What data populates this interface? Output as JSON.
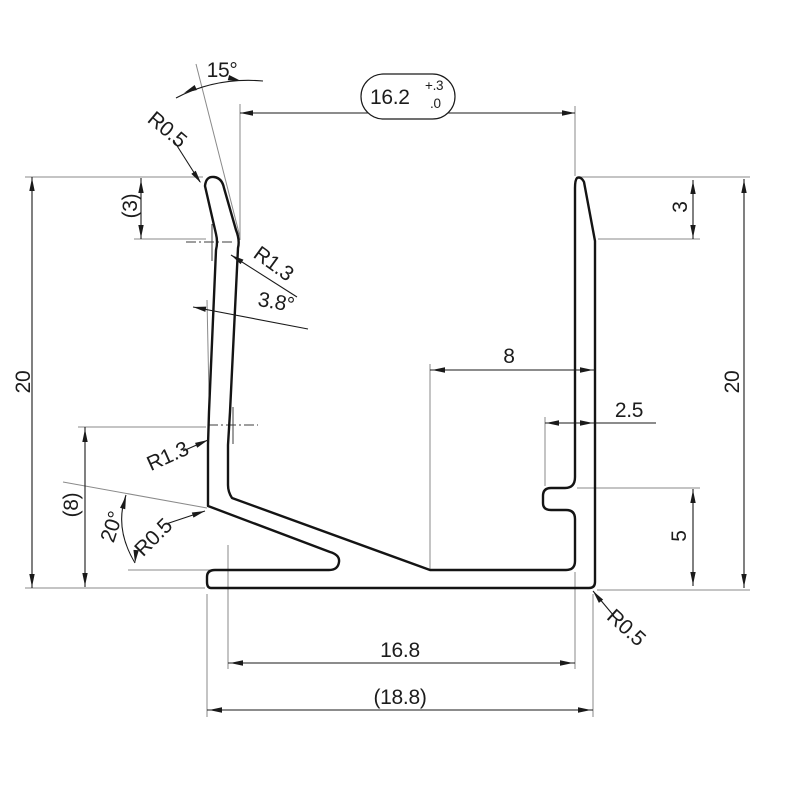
{
  "drawing": {
    "type": "technical-drawing",
    "description": "2D CAD cross-section of an extruded edge profile with dimensions",
    "background_color": "#ffffff",
    "outline_color": "#141414",
    "dimension_line_color": "#1a1a1a",
    "extension_line_color": "#8a8a8a",
    "labels": {
      "angle_15": "15°",
      "width_16_2_value": "16.2",
      "width_16_2_tol_upper": "+.3",
      "width_16_2_tol_lower": ".0",
      "radius_tip_left": "R0.5",
      "height_3_paren": "(3)",
      "radius_kink_upper": "R1.3",
      "angle_3_8": "3.8°",
      "height_20_left": "20",
      "radius_kink_lower": "R1.3",
      "height_8_paren": "(8)",
      "angle_20": "20°",
      "radius_notch": "R0.5",
      "width_8": "8",
      "width_2_5": "2.5",
      "height_3_right": "3",
      "height_20_right": "20",
      "height_5_right": "5",
      "radius_bottom_right": "R0.5",
      "width_16_8": "16.8",
      "width_18_8_paren": "(18.8)"
    }
  }
}
